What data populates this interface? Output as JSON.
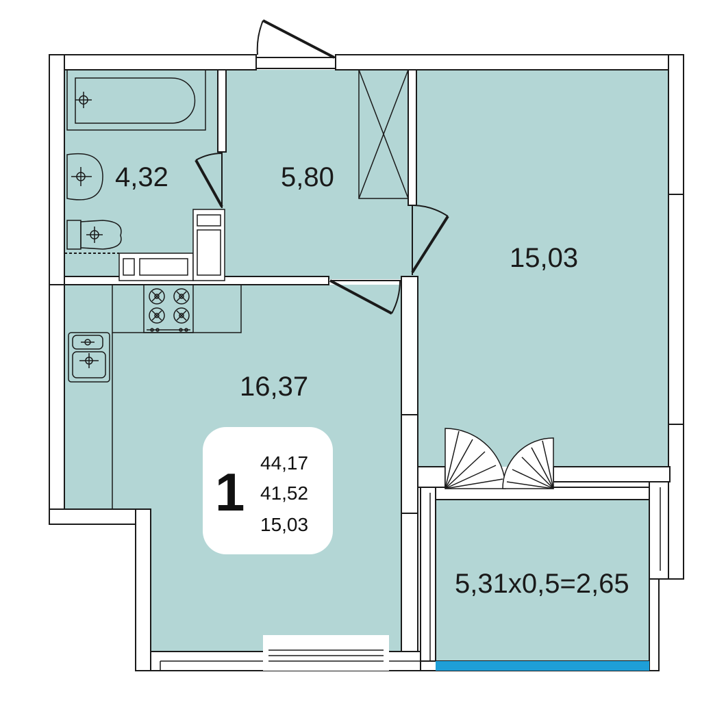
{
  "colors": {
    "room_fill": "#b3d6d5",
    "wall": "#ffffff",
    "wall_stroke": "#1a1a1a",
    "balcony_edge": "#1e9fd8",
    "badge_bg": "#ffffff"
  },
  "rooms": {
    "bathroom_area": "4,32",
    "hall_area": "5,80",
    "bedroom_area": "15,03",
    "kitchen_living_area": "16,37",
    "balcony_area": "5,31x0,5=2,65"
  },
  "summary": {
    "rooms_count": "1",
    "total_area": "44,17",
    "living_total": "41,52",
    "living_area": "15,03"
  },
  "icons": [
    "bathtub-icon",
    "washbasin-icon",
    "toilet-icon",
    "washing-machine-icon",
    "fridge-icon",
    "stove-icon",
    "kitchen-sink-icon",
    "wardrobe-icon",
    "door-swing-icon",
    "balcony-door-icon",
    "window-icon"
  ]
}
